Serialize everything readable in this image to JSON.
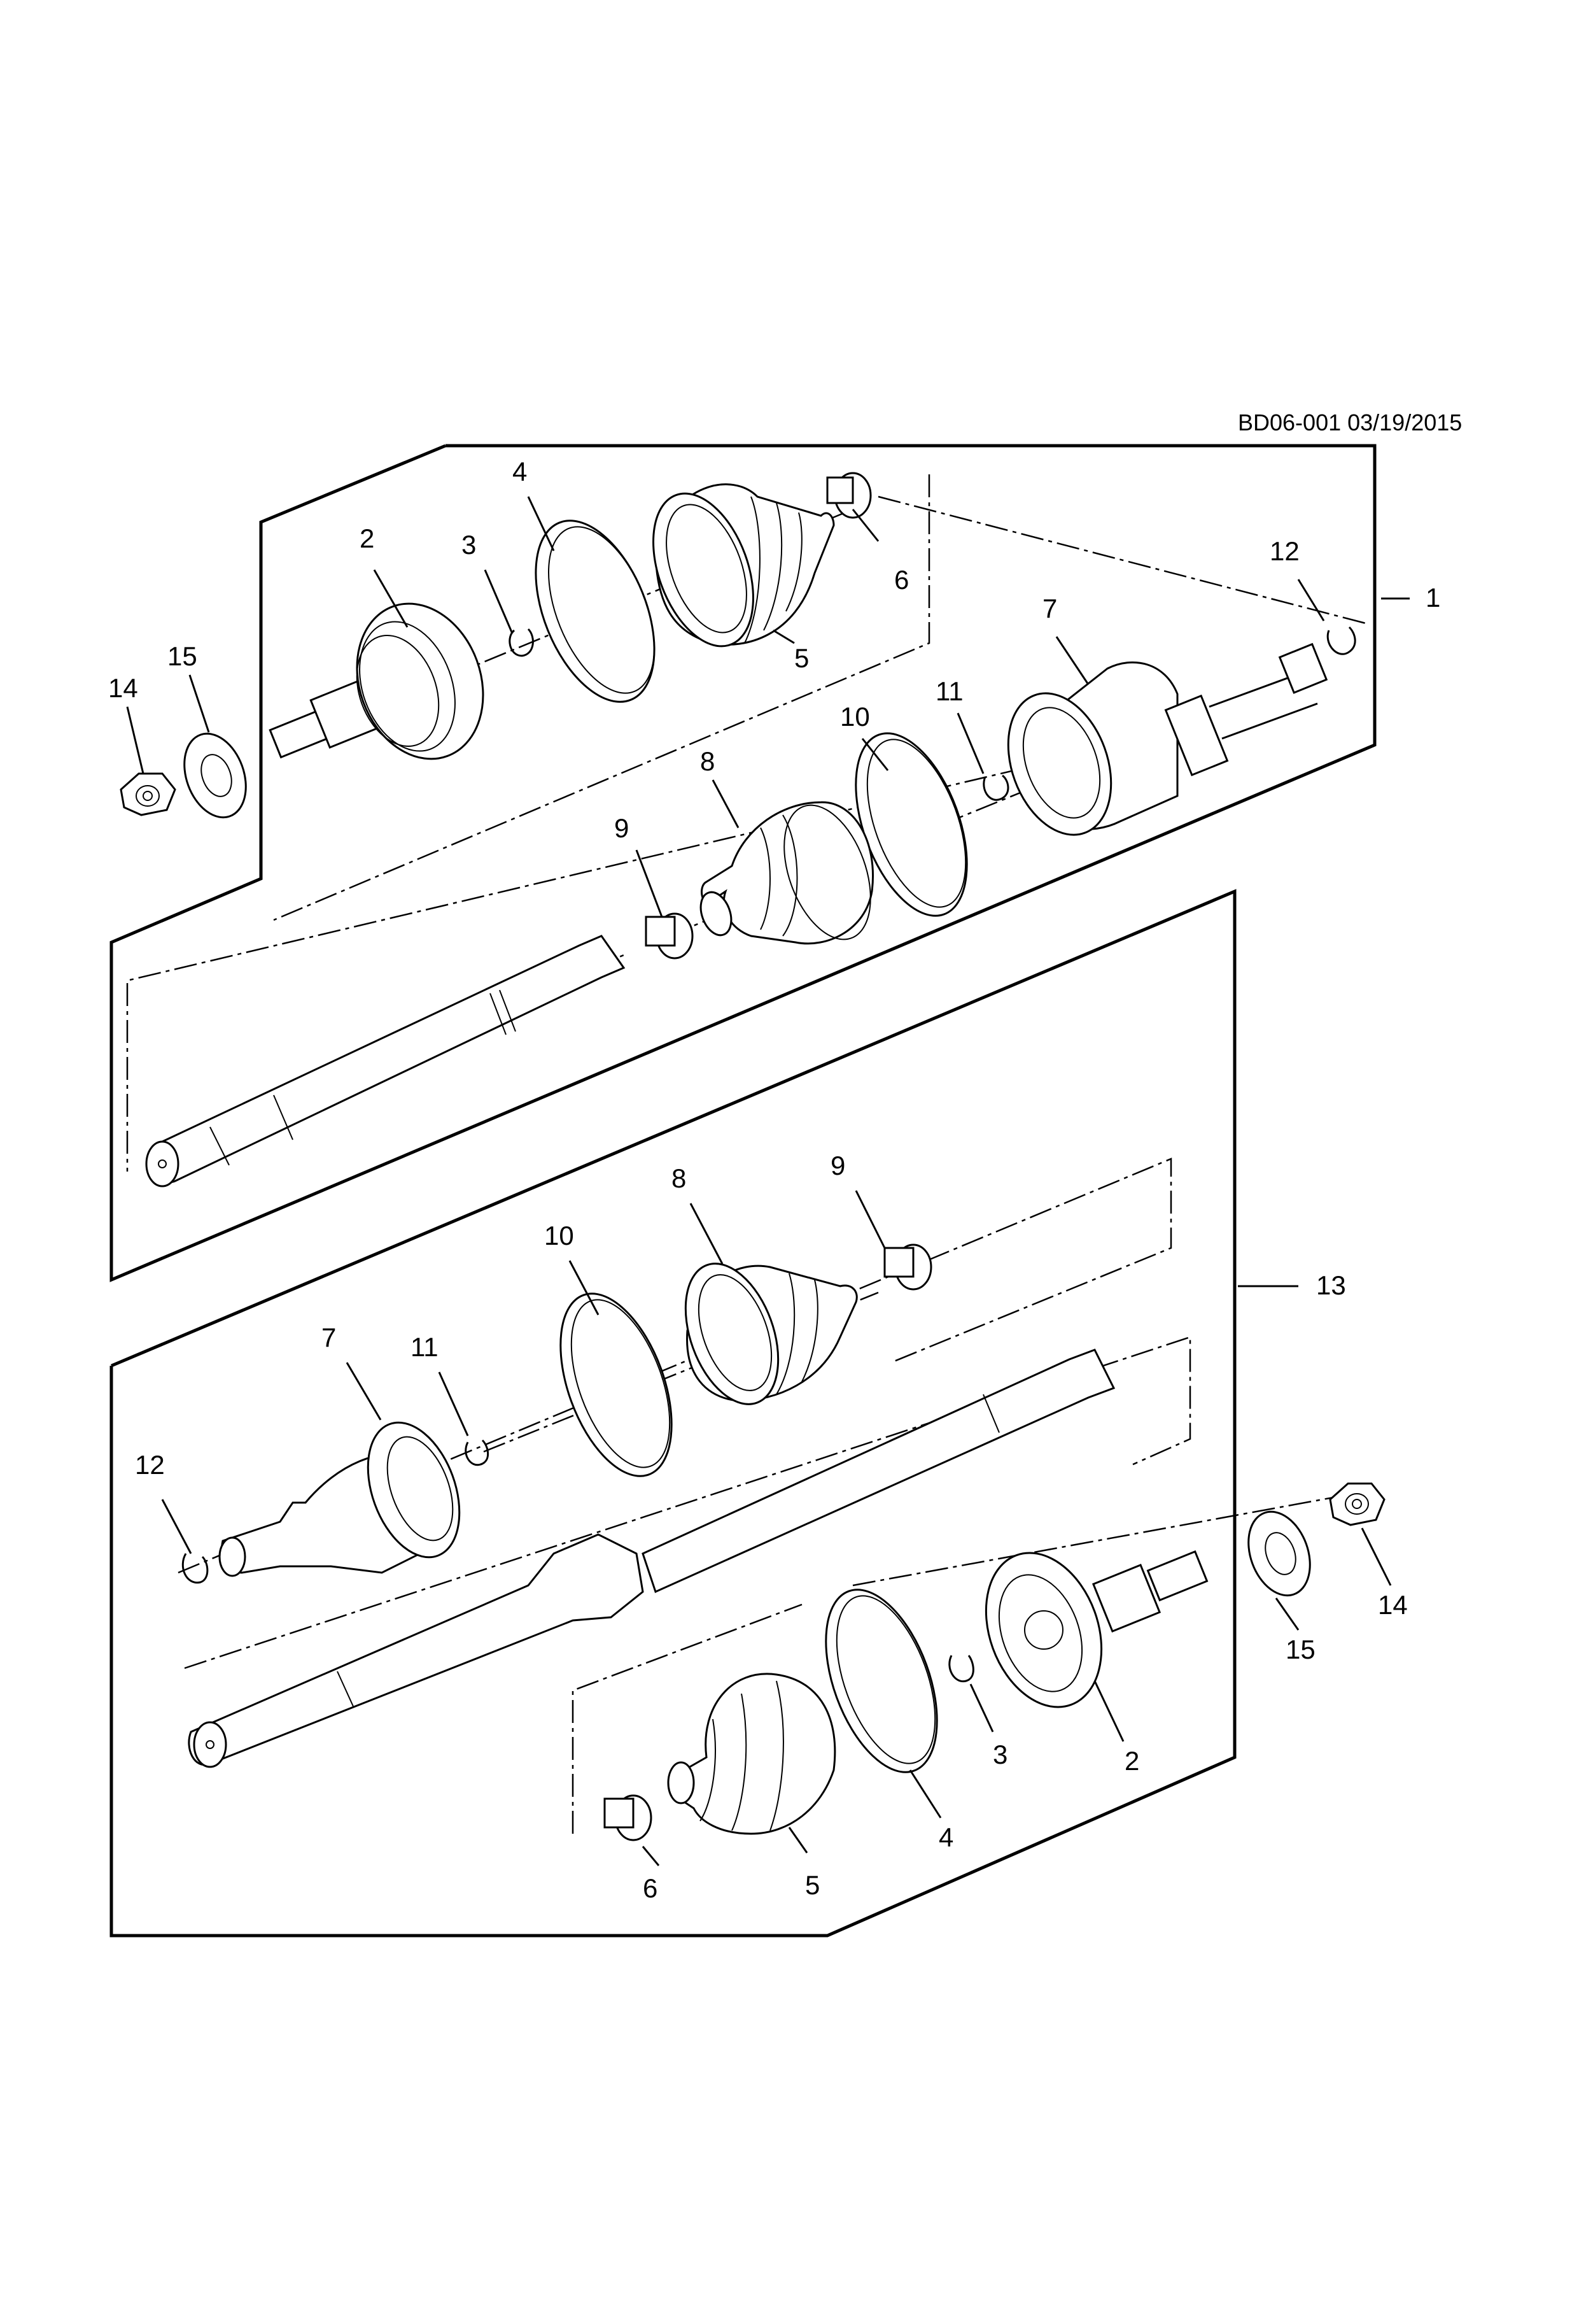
{
  "document": {
    "code": "BD06-001 03/19/2015"
  },
  "callouts": {
    "upper": {
      "p1": "1",
      "p2": "2",
      "p3": "3",
      "p4": "4",
      "p5": "5",
      "p6": "6",
      "p7": "7",
      "p8": "8",
      "p9": "9",
      "p10": "10",
      "p11": "11",
      "p12": "12",
      "p14": "14",
      "p15": "15"
    },
    "lower": {
      "p13": "13",
      "p2": "2",
      "p3": "3",
      "p4": "4",
      "p5": "5",
      "p6": "6",
      "p7": "7",
      "p8": "8",
      "p9": "9",
      "p10": "10",
      "p11": "11",
      "p12": "12",
      "p14": "14",
      "p15": "15"
    }
  }
}
